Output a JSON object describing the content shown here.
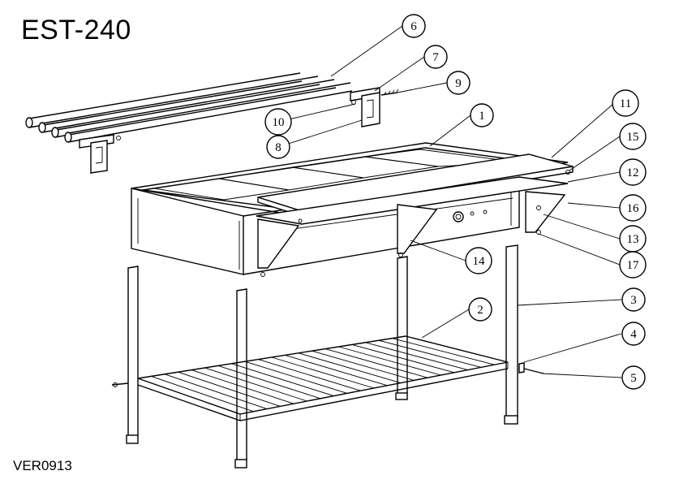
{
  "title": "EST-240",
  "version": "VER0913",
  "callouts": [
    {
      "id": "1",
      "label": "1"
    },
    {
      "id": "2",
      "label": "2"
    },
    {
      "id": "3",
      "label": "3"
    },
    {
      "id": "4",
      "label": "4"
    },
    {
      "id": "5",
      "label": "5"
    },
    {
      "id": "6",
      "label": "6"
    },
    {
      "id": "7",
      "label": "7"
    },
    {
      "id": "8",
      "label": "8"
    },
    {
      "id": "9",
      "label": "9"
    },
    {
      "id": "10",
      "label": "10"
    },
    {
      "id": "11",
      "label": "11"
    },
    {
      "id": "12",
      "label": "12"
    },
    {
      "id": "13",
      "label": "13"
    },
    {
      "id": "14",
      "label": "14"
    },
    {
      "id": "15",
      "label": "15"
    },
    {
      "id": "16",
      "label": "16"
    },
    {
      "id": "17",
      "label": "17"
    }
  ]
}
